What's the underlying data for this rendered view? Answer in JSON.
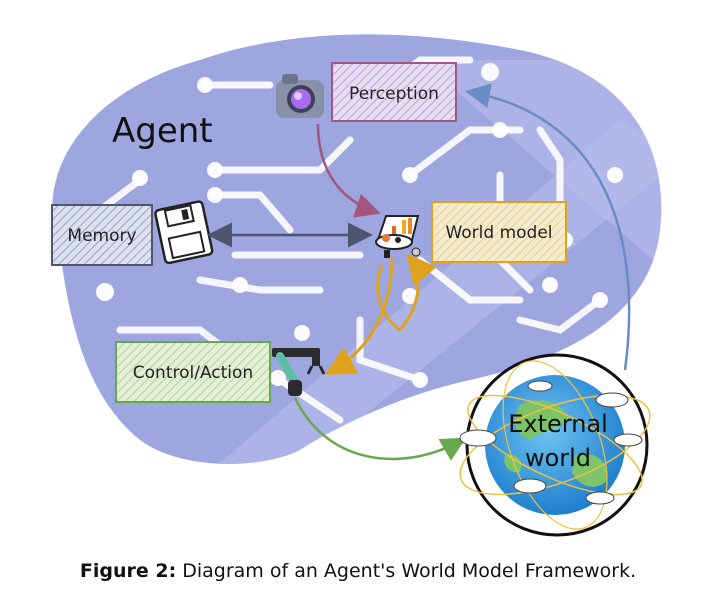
{
  "diagram": {
    "agent_title": "Agent",
    "boxes": {
      "perception": "Perception",
      "memory": "Memory",
      "world_model": "World model",
      "control": "Control/Action"
    },
    "external": {
      "line1": "External",
      "line2": "world"
    },
    "colors": {
      "agent_blob": "#9ea6e0",
      "perception": "#a3577f",
      "memory": "#4d5570",
      "world_model": "#e0a21c",
      "control": "#6aa84f",
      "external_arrow": "#6a8cc4",
      "green_arrow": "#6aa84f"
    }
  },
  "caption": {
    "label": "Figure 2:",
    "text": "Diagram of an Agent's World Model Framework."
  }
}
